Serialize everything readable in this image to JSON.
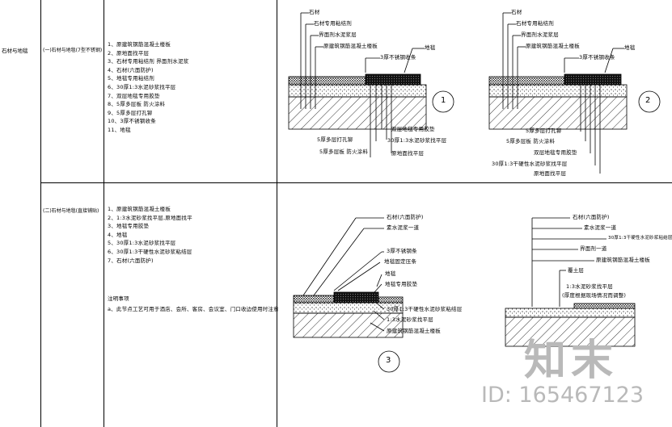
{
  "category_label": "石材与地毯",
  "section1": {
    "title": "(一)石材与地毯(7型不锈钢)",
    "steps": [
      "1、原建筑钢筋混凝土楼板",
      "2、原地面找平层",
      "3、石材专用粘结剂 界面剂水泥浆",
      "4、石材(六面防护)",
      "5、地毯专用粘结剂",
      "6、30厚1:3水泥砂浆找平层",
      "7、双层地毯专用胶垫",
      "8、5厚多层板 防火涂料",
      "9、5厚多层打孔铆",
      "10、3厚不锈钢收条",
      "11、地毯"
    ],
    "detail1": {
      "left_labels": [
        "石材",
        "石材专用粘结剂",
        "界面剂水泥浆层",
        "原建筑钢筋混凝土楼板"
      ],
      "right_labels": [
        "3厚不锈钢收条",
        "地毯"
      ],
      "bottom_labels": [
        "5厚多层打孔铆",
        "5厚多层板 防火涂料",
        "双层地毯专用胶垫",
        "30厚1:3水泥砂浆找平层",
        "原地面找平层"
      ],
      "number": "1"
    },
    "detail2": {
      "left_labels": [
        "石材",
        "石材专用粘结剂",
        "界面剂水泥浆层",
        "原建筑钢筋混凝土楼板"
      ],
      "right_labels": [
        "3厚不锈钢收条",
        "地毯"
      ],
      "bottom_labels": [
        "5厚多层打孔铆",
        "5厚多层板 防火涂料",
        "双层地毯专用胶垫",
        "30厚1:3干硬性水泥砂浆找平层",
        "原地面找平层"
      ],
      "number": "2"
    }
  },
  "section2": {
    "title": "(二)石材与地毯(直接铺贴)",
    "steps": [
      "1、原建筑钢筋混凝土楼板",
      "2、1:3水泥砂浆找平层,原地面找平",
      "3、地毯专用胶垫",
      "4、地毯",
      "5、30厚1:3水泥砂浆找平层",
      "6、30厚1:3干硬性水泥砂浆粘结层",
      "7、石材(六面防护)"
    ],
    "note_title": "注明事项",
    "note": "a、此节点工艺可用于酒店、会所、客房、会议室、门口收边使用时注意",
    "detail3": {
      "top_labels": [
        "石材(六面防护)",
        "素水泥浆一道"
      ],
      "right_labels": [
        "3厚不锈钢条",
        "地毯固定压条",
        "地毯",
        "地毯专用胶垫"
      ],
      "bottom_labels": [
        "30厚1:3干硬性水泥砂浆粘结层",
        "1:3水泥砂浆找平层",
        "原建筑钢筋混凝土楼板"
      ],
      "number": "3"
    },
    "detail4": {
      "top_labels": [
        "石材(六面防护)",
        "素水泥浆一道",
        "30厚1:3干硬性水泥砂浆粘结层",
        "界面剂一道",
        "原建筑钢筋混凝土楼板"
      ],
      "mid_labels": [
        "覆土层",
        "1:3水泥砂浆找平层",
        "(厚度根据现场情况而调整)"
      ]
    }
  },
  "watermark": {
    "logo_text": "知末",
    "id_text": "ID: 165467123"
  }
}
